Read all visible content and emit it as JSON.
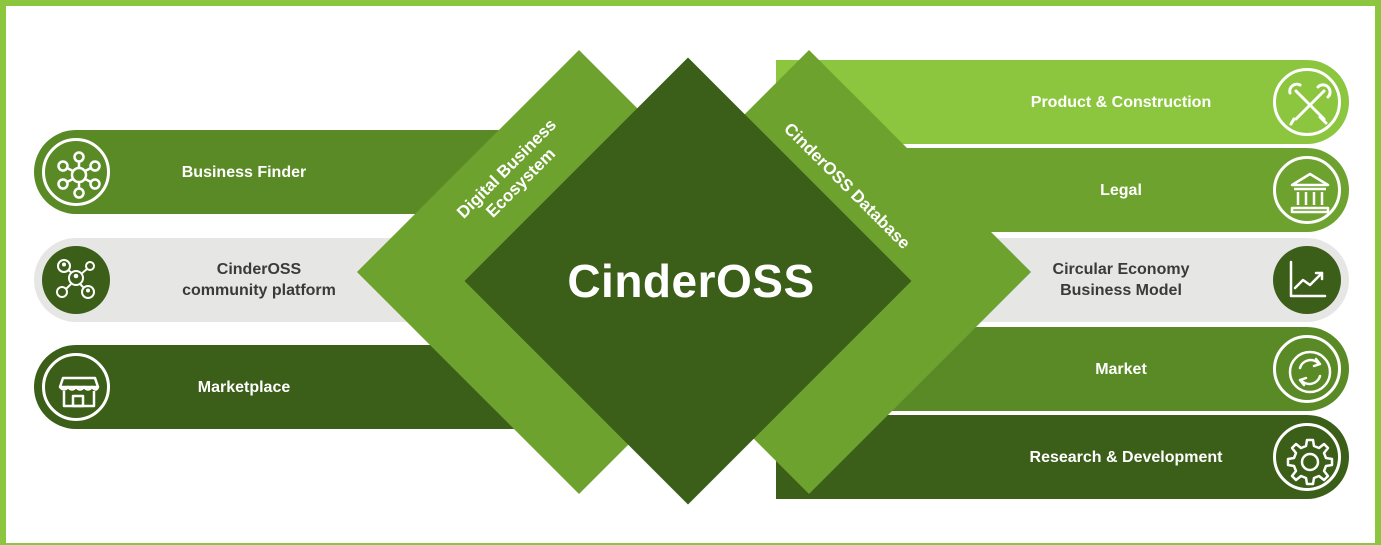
{
  "diagram": {
    "center_title": "CinderOSS",
    "left_band_label_line1": "Digital Business",
    "left_band_label_line2": "Ecosystem",
    "right_band_label": "CinderOSS Database",
    "left_items": [
      {
        "label": "Business Finder",
        "icon": "network-hub-icon",
        "color": "#5a8a26"
      },
      {
        "label_line1": "CinderOSS",
        "label_line2": "community platform",
        "icon": "community-people-icon",
        "color": "#e6e7e4"
      },
      {
        "label": "Marketplace",
        "icon": "storefront-icon",
        "color": "#3b5e18"
      }
    ],
    "right_items": [
      {
        "label": "Product & Construction",
        "icon": "tools-icon",
        "color": "#8cc63f"
      },
      {
        "label": "Legal",
        "icon": "courthouse-icon",
        "color": "#6da22e"
      },
      {
        "label_line1": "Circular Economy",
        "label_line2": "Business Model",
        "icon": "growth-chart-icon",
        "color": "#e6e7e4"
      },
      {
        "label": "Market",
        "icon": "recycle-arrows-icon",
        "color": "#5a8a26"
      },
      {
        "label": "Research & Development",
        "icon": "gear-icon",
        "color": "#3b5e18"
      }
    ],
    "colors": {
      "frame": "#8cc63f",
      "dark_green": "#3b5e18",
      "mid_green": "#5a8a26",
      "light_green": "#8cc63f",
      "grey": "#e6e7e4"
    }
  }
}
